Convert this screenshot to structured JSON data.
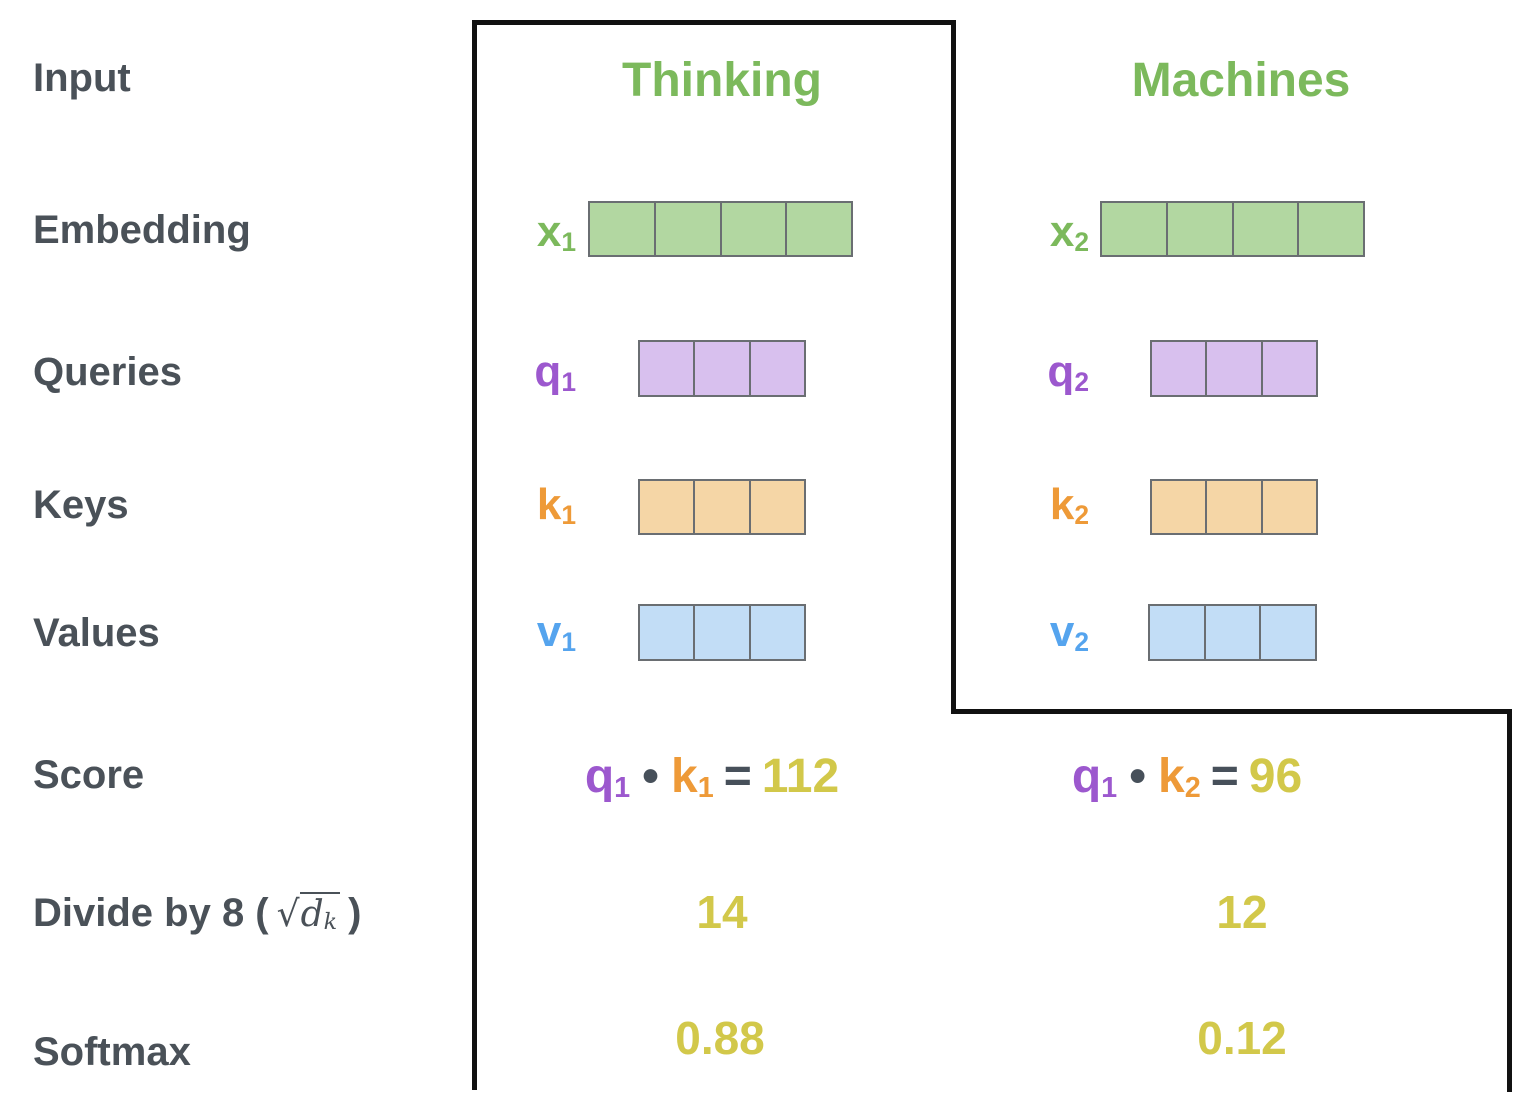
{
  "colors": {
    "label_gray": "#4a5158",
    "green": "#7cb95c",
    "green_fill": "#b2d7a1",
    "purple": "#9c58ce",
    "purple_fill": "#d8c0ee",
    "orange": "#ee9a38",
    "orange_fill": "#f5d6a6",
    "blue": "#55a4ee",
    "blue_fill": "#c2ddf6",
    "yellow": "#d2c84a",
    "dark": "#47505a",
    "cell_border": "#6a6e72",
    "line_black": "#111111"
  },
  "labels": {
    "input": "Input",
    "embedding": "Embedding",
    "queries": "Queries",
    "keys": "Keys",
    "values": "Values",
    "score": "Score",
    "divide_prefix": "Divide by 8 (",
    "divide_sqrt": "√",
    "divide_var": "d",
    "divide_var_sub": "k",
    "divide_suffix": ")",
    "softmax": "Softmax"
  },
  "columns": [
    {
      "word": "Thinking",
      "embedding": {
        "base": "x",
        "sub": "1",
        "cells": 4
      },
      "query": {
        "base": "q",
        "sub": "1",
        "cells": 3
      },
      "key": {
        "base": "k",
        "sub": "1",
        "cells": 3
      },
      "value": {
        "base": "v",
        "sub": "1",
        "cells": 3
      },
      "score": {
        "q_base": "q",
        "q_sub": "1",
        "dot": "•",
        "k_base": "k",
        "k_sub": "1",
        "equals": "=",
        "result": "112"
      },
      "divided": "14",
      "softmax": "0.88"
    },
    {
      "word": "Machines",
      "embedding": {
        "base": "x",
        "sub": "2",
        "cells": 4
      },
      "query": {
        "base": "q",
        "sub": "2",
        "cells": 3
      },
      "key": {
        "base": "k",
        "sub": "2",
        "cells": 3
      },
      "value": {
        "base": "v",
        "sub": "2",
        "cells": 3
      },
      "score": {
        "q_base": "q",
        "q_sub": "1",
        "dot": "•",
        "k_base": "k",
        "k_sub": "2",
        "equals": "=",
        "result": "96"
      },
      "divided": "12",
      "softmax": "0.12"
    }
  ]
}
